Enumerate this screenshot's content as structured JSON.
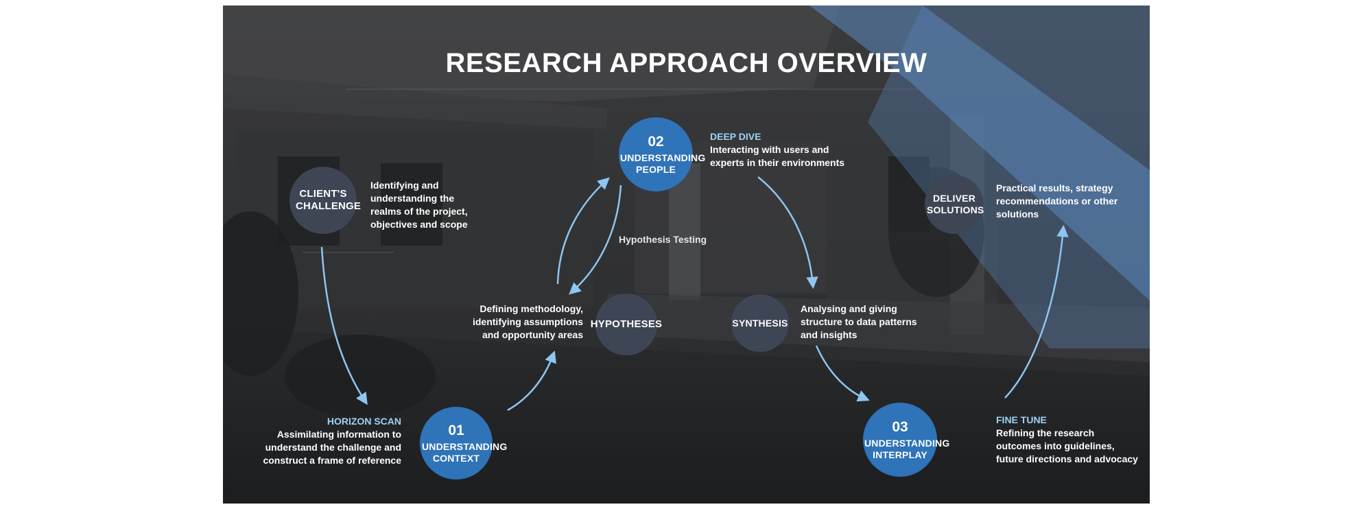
{
  "title": "RESEARCH APPROACH OVERVIEW",
  "nodes": {
    "client_challenge": {
      "label": "CLIENT'S CHALLENGE"
    },
    "understanding_context": {
      "number": "01",
      "label": "UNDERSTANDING CONTEXT"
    },
    "understanding_people": {
      "number": "02",
      "label": "UNDERSTANDING PEOPLE"
    },
    "understanding_interplay": {
      "number": "03",
      "label": "UNDERSTANDING INTERPLAY"
    },
    "hypotheses": {
      "label": "HYPOTHESES"
    },
    "synthesis": {
      "label": "SYNTHESIS"
    },
    "deliver_solutions": {
      "label": "DELIVER SOLUTIONS"
    }
  },
  "texts": {
    "client_challenge": "Identifying and understanding the realms of the project, objectives and scope",
    "horizon_scan": {
      "heading": "HORIZON SCAN",
      "body": "Assimilating information to understand the challenge and construct a frame of reference"
    },
    "hypotheses": "Defining methodology, identifying assumptions and opportunity areas",
    "hypothesis_testing": "Hypothesis Testing",
    "deep_dive": {
      "heading": "DEEP DIVE",
      "body": "Interacting with users and experts in their environments"
    },
    "synthesis": "Analysing and giving structure to data patterns and insights",
    "fine_tune": {
      "heading": "FINE TUNE",
      "body": "Refining the research outcomes into guidelines, future directions and advocacy"
    },
    "deliver": "Practical results, strategy recommendations or other solutions"
  },
  "colors": {
    "node_blue": "#2f73b9",
    "node_slate": "#3e4656",
    "heading_blue": "#9fd2f5",
    "arrow_blue": "#8fc5ef"
  }
}
